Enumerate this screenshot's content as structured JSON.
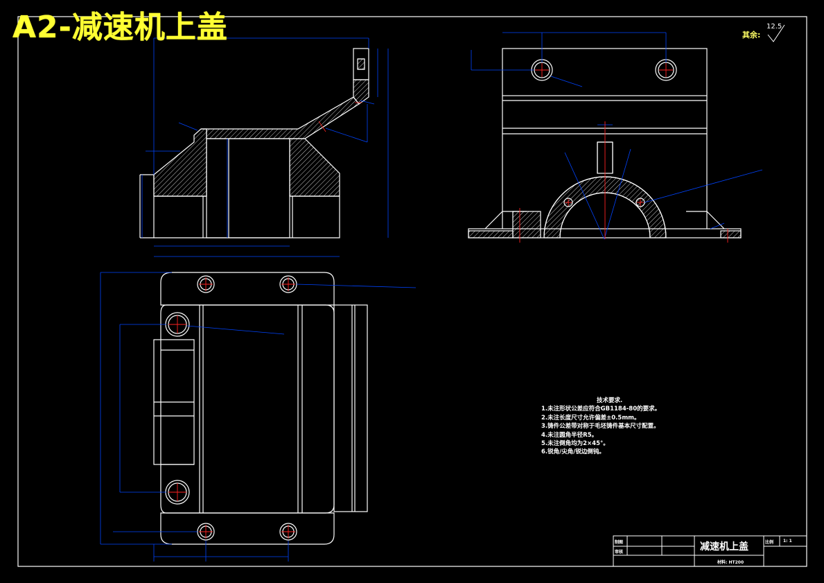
{
  "header": {
    "title": "A2-减速机上盖",
    "roughness_label": "其余:",
    "roughness_value": "12.5"
  },
  "requirements": {
    "heading": "技术要求.",
    "items": [
      "1.未注形状公差应符合GB1184-80的要求。",
      "2.未注长度尺寸允许偏差±0.5mm。",
      "3.铸件公差带对称于毛坯铸件基本尺寸配置。",
      "4.未注圆角半径R5。",
      "5.未注倒角均为2×45°。",
      "6.锐角/尖角/锐边倒钝。"
    ]
  },
  "title_block": {
    "part_name": "减速机上盖",
    "material": "材料: HT200",
    "drawn_label": "制图",
    "check_label": "审核",
    "scale_label": "比例",
    "scale_value": "1: 1"
  },
  "colors": {
    "background": "#000000",
    "outline": "#ffffff",
    "dimension": "#0044ff",
    "center": "#ff2222",
    "title": "#ffff33"
  }
}
